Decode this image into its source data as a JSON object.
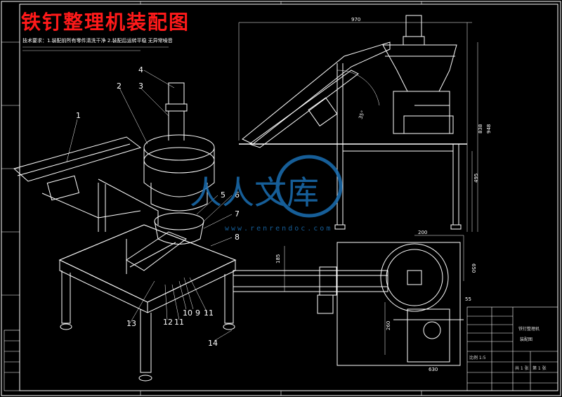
{
  "title": "铁钉整理机装配图",
  "notes_text": "技术要求：1.装配前所有零件清洗干净 2.装配后运转平稳 无异常噪音",
  "watermark": {
    "text": "人人文库",
    "url": "www.renrendoc.com"
  },
  "part_numbers": [
    "1",
    "2",
    "3",
    "4",
    "5",
    "6",
    "7",
    "8",
    "9",
    "10",
    "11",
    "12",
    "13",
    "14",
    "11"
  ],
  "dimensions": {
    "side_width": "970",
    "side_h1": "838",
    "side_h2": "948",
    "side_h3": "495",
    "angle": "35°",
    "top_width": "200",
    "top_h": "650",
    "top_left": "185",
    "top_small": "260",
    "top_bottom": "630",
    "top_side": "55"
  },
  "title_block": {
    "rows": [
      "铁钉整理机",
      "装配图",
      "比例 1:5",
      "共 1 张",
      "第 1 张"
    ]
  }
}
